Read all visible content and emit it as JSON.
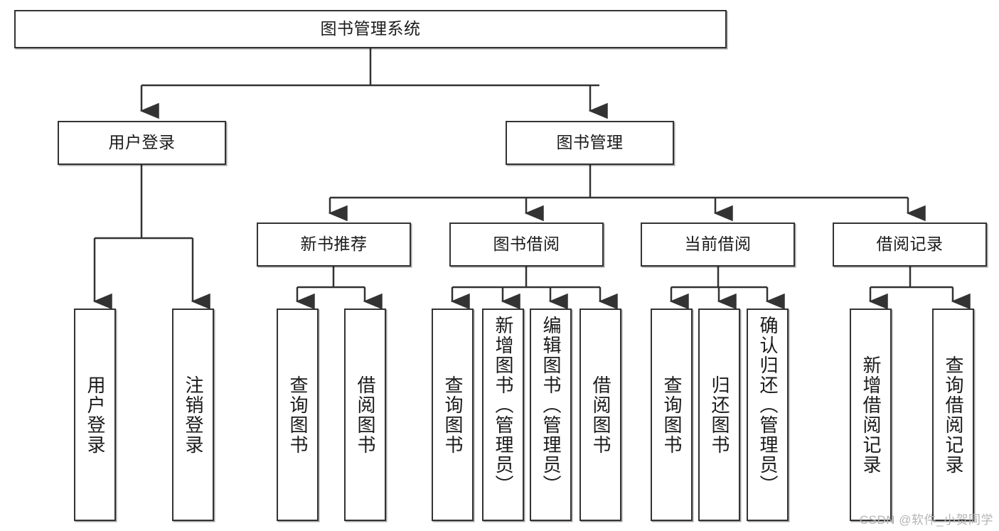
{
  "diagram": {
    "type": "hierarchy-tree",
    "title": "图书管理系统",
    "watermark": "CSDN @软件_小贺同学",
    "colors": {
      "box_border": "#333333",
      "box_fill": "#ffffff",
      "text": "#1a1a1a",
      "connector": "#333333",
      "watermark": "#b4b4b4",
      "background": "#ffffff"
    },
    "nodes": {
      "root": {
        "label": "图书管理系统",
        "level": 1
      },
      "user_login": {
        "label": "用户登录",
        "level": 2
      },
      "book_manage": {
        "label": "图书管理",
        "level": 2
      },
      "new_book_rec": {
        "label": "新书推荐",
        "level": 3
      },
      "book_borrow": {
        "label": "图书借阅",
        "level": 3
      },
      "current_borrow": {
        "label": "当前借阅",
        "level": 3
      },
      "borrow_record": {
        "label": "借阅记录",
        "level": 3
      },
      "leaf_user_login": {
        "label": "用户登录",
        "level": 4
      },
      "leaf_logout": {
        "label": "注销登录",
        "level": 4
      },
      "leaf_query_book_1": {
        "label": "查询图书",
        "level": 4
      },
      "leaf_borrow_book_1": {
        "label": "借阅图书",
        "level": 4
      },
      "leaf_query_book_2": {
        "label": "查询图书",
        "level": 4
      },
      "leaf_add_book": {
        "label": "新增图书（管理员）",
        "level": 4
      },
      "leaf_edit_book": {
        "label": "编辑图书（管理员）",
        "level": 4
      },
      "leaf_borrow_book_2": {
        "label": "借阅图书",
        "level": 4
      },
      "leaf_query_book_3": {
        "label": "查询图书",
        "level": 4
      },
      "leaf_return_book": {
        "label": "归还图书",
        "level": 4
      },
      "leaf_confirm_return": {
        "label": "确认归还（管理员）",
        "level": 4
      },
      "leaf_add_record": {
        "label": "新增借阅记录",
        "level": 4
      },
      "leaf_query_record": {
        "label": "查询借阅记录",
        "level": 4
      }
    },
    "edges": [
      {
        "from": "root",
        "to": "user_login"
      },
      {
        "from": "root",
        "to": "book_manage"
      },
      {
        "from": "user_login",
        "to": "leaf_user_login"
      },
      {
        "from": "user_login",
        "to": "leaf_logout"
      },
      {
        "from": "book_manage",
        "to": "new_book_rec"
      },
      {
        "from": "book_manage",
        "to": "book_borrow"
      },
      {
        "from": "book_manage",
        "to": "current_borrow"
      },
      {
        "from": "book_manage",
        "to": "borrow_record"
      },
      {
        "from": "new_book_rec",
        "to": "leaf_query_book_1"
      },
      {
        "from": "new_book_rec",
        "to": "leaf_borrow_book_1"
      },
      {
        "from": "book_borrow",
        "to": "leaf_query_book_2"
      },
      {
        "from": "book_borrow",
        "to": "leaf_add_book"
      },
      {
        "from": "book_borrow",
        "to": "leaf_edit_book"
      },
      {
        "from": "book_borrow",
        "to": "leaf_borrow_book_2"
      },
      {
        "from": "current_borrow",
        "to": "leaf_query_book_3"
      },
      {
        "from": "current_borrow",
        "to": "leaf_return_book"
      },
      {
        "from": "current_borrow",
        "to": "leaf_confirm_return"
      },
      {
        "from": "borrow_record",
        "to": "leaf_add_record"
      },
      {
        "from": "borrow_record",
        "to": "leaf_query_record"
      }
    ]
  }
}
